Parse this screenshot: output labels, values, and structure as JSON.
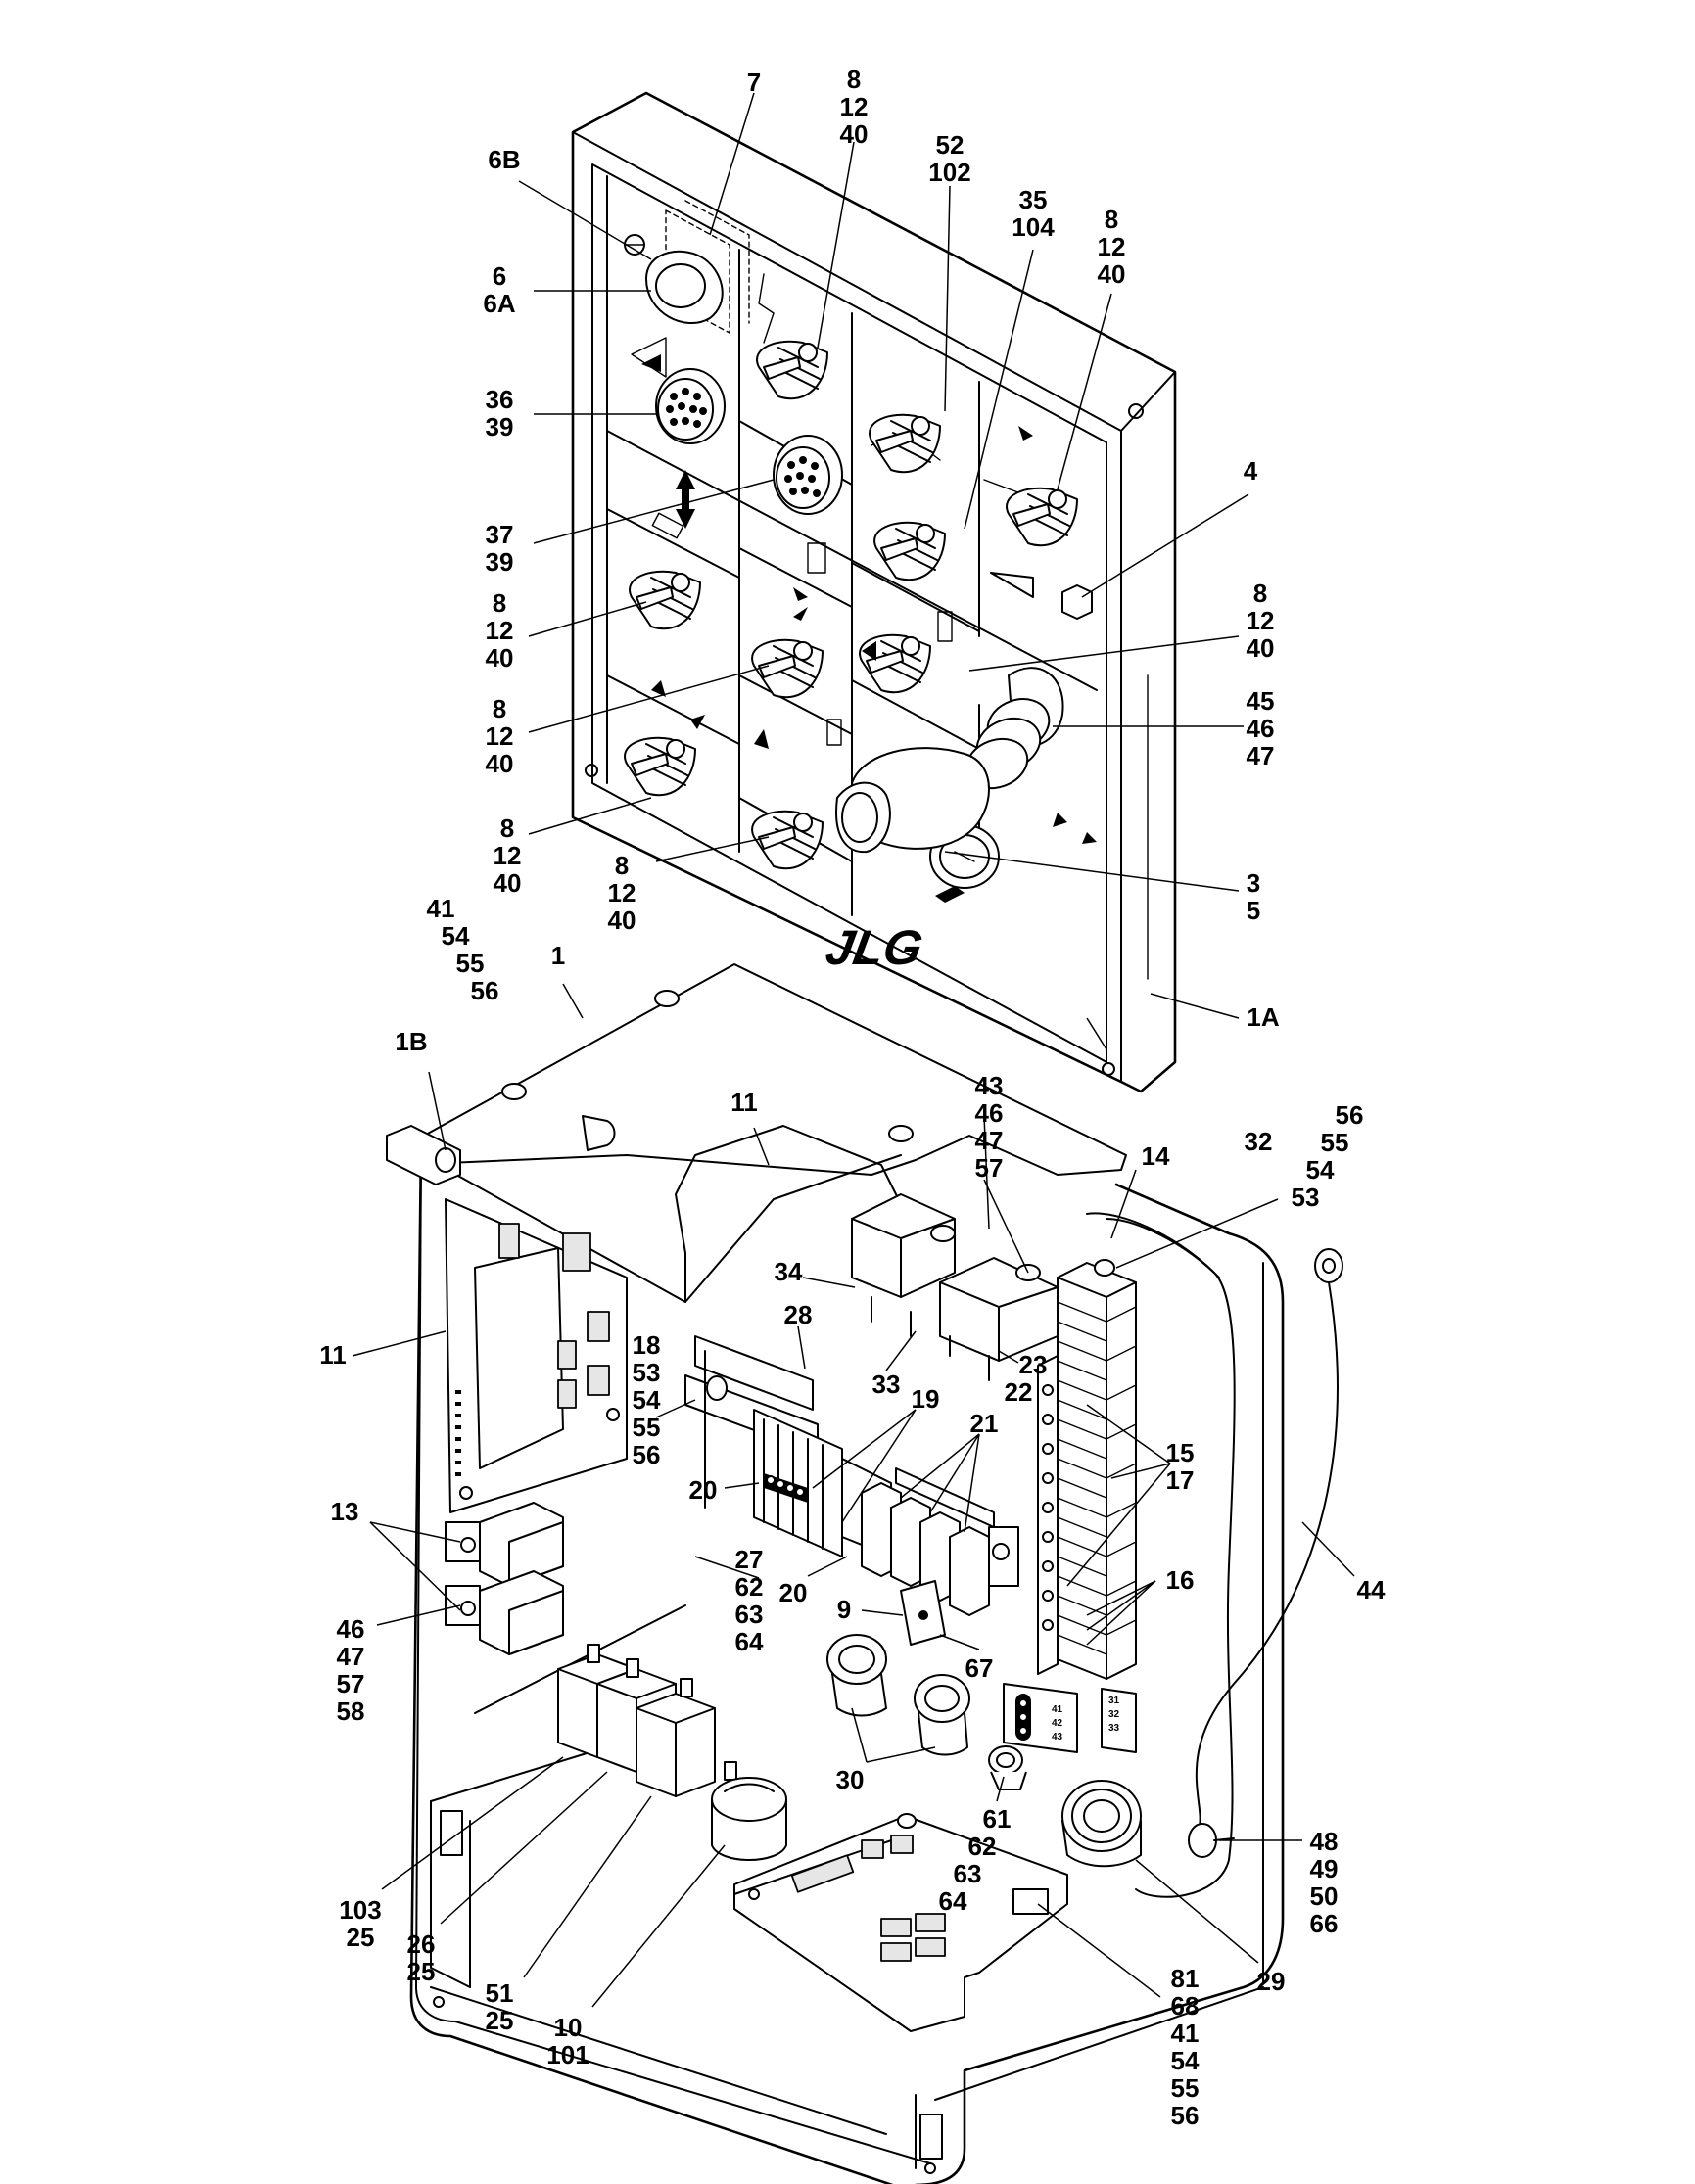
{
  "diagram": {
    "brand_mark": "JLG",
    "terminal_markers": [
      "41",
      "42",
      "43",
      "31",
      "32",
      "33"
    ],
    "callouts": {
      "c7": "7",
      "c8_12_40_top": [
        "8",
        "12",
        "40"
      ],
      "c6b": "6B",
      "c52_102": [
        "52",
        "102"
      ],
      "c35_104": [
        "35",
        "104"
      ],
      "c8_12_40_right_top": [
        "8",
        "12",
        "40"
      ],
      "c6_6a": [
        "6",
        "6A"
      ],
      "c36_39": [
        "36",
        "39"
      ],
      "c4": "4",
      "c37_39": [
        "37",
        "39"
      ],
      "c8_12_40_left_a": [
        "8",
        "12",
        "40"
      ],
      "c8_12_40_right_mid": [
        "8",
        "12",
        "40"
      ],
      "c45_46_47": [
        "45",
        "46",
        "47"
      ],
      "c8_12_40_left_b": [
        "8",
        "12",
        "40"
      ],
      "c8_12_40_left_c": [
        "8",
        "12",
        "40"
      ],
      "c8_12_40_bottom": [
        "8",
        "12",
        "40"
      ],
      "c3_5": [
        "3",
        "5"
      ],
      "c41_54_55_56_top": [
        "41",
        "54",
        "55",
        "56"
      ],
      "c1": "1",
      "c1a": "1A",
      "c1b": "1B",
      "c11_top": "11",
      "c43_46_47_57": [
        "43",
        "46",
        "47",
        "57"
      ],
      "c32": "32",
      "c56_55_54_53": [
        "56",
        "55",
        "54",
        "53"
      ],
      "c14": "14",
      "c34": "34",
      "c28": "28",
      "c11_left": "11",
      "c18_53_54_55_56": [
        "18",
        "53",
        "54",
        "55",
        "56"
      ],
      "c23_22": [
        "23",
        "22"
      ],
      "c33": "33",
      "c19": "19",
      "c21": "21",
      "c15_17": [
        "15",
        "17"
      ],
      "c20_a": "20",
      "c13": "13",
      "c27_62_63_64": [
        "27",
        "62",
        "63",
        "64"
      ],
      "c20_b": "20",
      "c16": "16",
      "c9": "9",
      "c67": "67",
      "c44": "44",
      "c46_47_57_58": [
        "46",
        "47",
        "57",
        "58"
      ],
      "c30": "30",
      "c61_62_63_64": [
        "61",
        "62",
        "63",
        "64"
      ],
      "c48_49_50_66": [
        "48",
        "49",
        "50",
        "66"
      ],
      "c103_25": [
        "103",
        "25"
      ],
      "c26_25": [
        "26",
        "25"
      ],
      "c51_25": [
        "51",
        "25"
      ],
      "c10_101": [
        "10",
        "101"
      ],
      "c29": "29",
      "c81_68_41_54_55_56": [
        "81",
        "68",
        "41",
        "54",
        "55",
        "56"
      ]
    }
  }
}
